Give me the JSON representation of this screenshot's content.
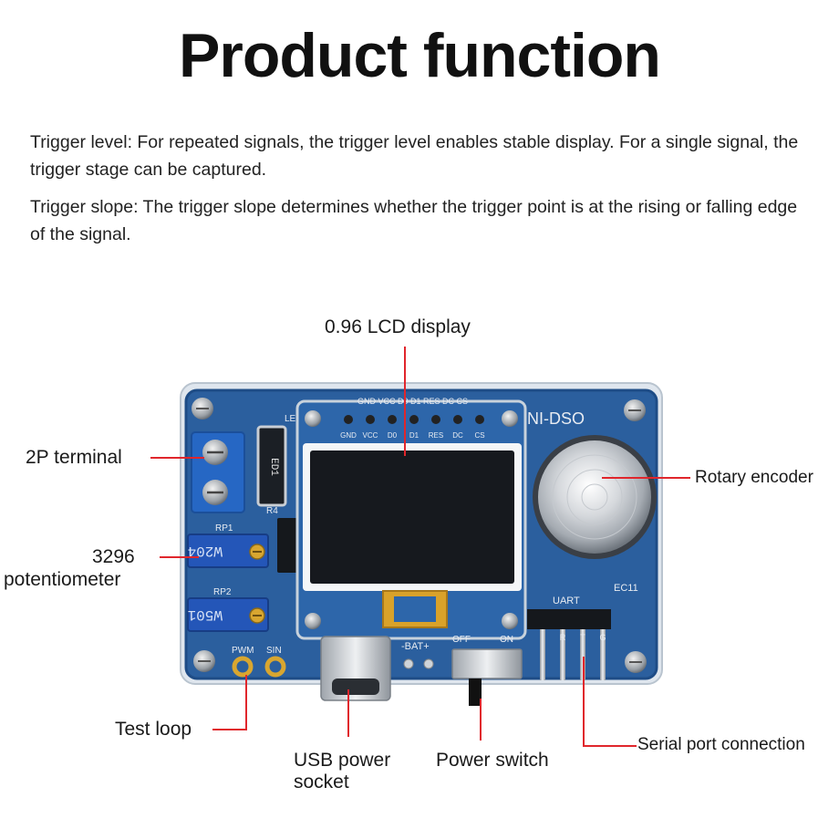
{
  "page": {
    "title": "Product function",
    "paragraphs": [
      "Trigger level: For repeated signals, the trigger level enables stable display. For a single signal, the trigger stage can be captured.",
      "Trigger slope: The trigger slope determines whether the trigger point is at the rising or falling edge of the signal."
    ]
  },
  "callouts": {
    "lcd": "0.96 LCD display",
    "terminal": "2P terminal",
    "potentiometer_line1": "3296",
    "potentiometer_line2": "potentiometer",
    "encoder": "Rotary encoder",
    "test_loop": "Test loop",
    "usb_line1": "USB power",
    "usb_line2": "socket",
    "power_switch": "Power switch",
    "serial": "Serial port connection"
  },
  "silkscreen": {
    "header_pins": [
      "GND",
      "VCC",
      "D0",
      "D1",
      "RES",
      "DC",
      "CS"
    ],
    "header_top": "GND VCC D0 D1 RES DC CS",
    "brand": "NI-DSO",
    "encoder_label": "EC11",
    "uart": "UART",
    "uart_pins": [
      "R",
      "T",
      "G"
    ],
    "pot1_label": "RP1",
    "pot1_code": "W204",
    "pot2_label": "RP2",
    "pot2_code": "W501",
    "resistor_label": "R4",
    "resistor_code": "ED1",
    "led_label": "LED",
    "pwm": "PWM",
    "sin": "SIN",
    "battery": "-BAT+",
    "off": "OFF",
    "on": "ON"
  },
  "colors": {
    "pcb": "#2b5f9e",
    "pcb_dark": "#1e4c86",
    "acrylic": "#dfe6ee",
    "callout_line": "#e0262c",
    "oled": "#16191e",
    "oled_frame": "#f4f6f8",
    "pot_blue": "#2456b8",
    "brass": "#d8a630"
  }
}
